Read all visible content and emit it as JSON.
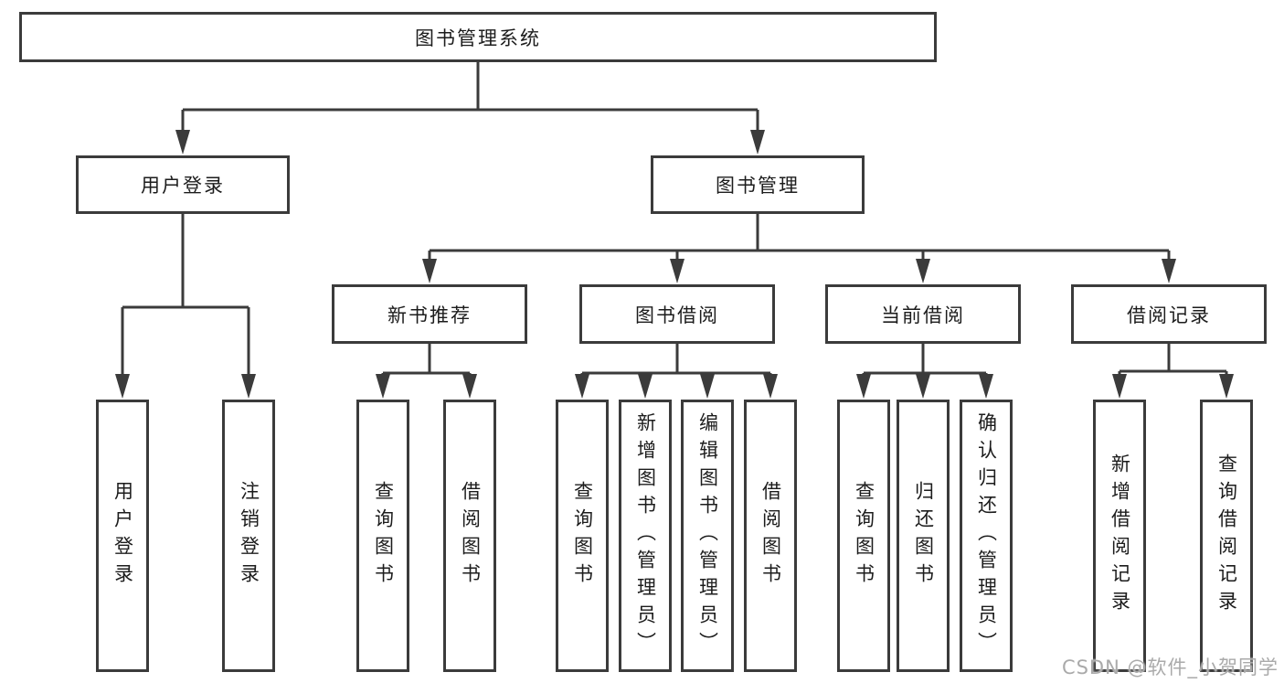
{
  "diagram": {
    "title": "图书管理系统",
    "nodes": {
      "root": "图书管理系统",
      "user_login": "用户登录",
      "book_mgmt": "图书管理",
      "new_book_rec": "新书推荐",
      "book_borrow": "图书借阅",
      "current_borrow": "当前借阅",
      "borrow_record": "借阅记录",
      "ul_login": "用户登录",
      "ul_logout": "注销登录",
      "nb_query": "查询图书",
      "nb_borrow": "借阅图书",
      "bb_query": "查询图书",
      "bb_add": "新增图书（管理员）",
      "bb_edit": "编辑图书（管理员）",
      "bb_borrow": "借阅图书",
      "cb_query": "查询图书",
      "cb_return": "归还图书",
      "cb_confirm": "确认归还（管理员）",
      "br_add": "新增借阅记录",
      "br_query": "查询借阅记录"
    },
    "colors": {
      "line": "#3b3b3b",
      "box_border": "#3b3b3b",
      "box_fill": "#ffffff",
      "text": "#1c1c1c",
      "watermark": "#aaaaaa",
      "background": "#ffffff"
    }
  },
  "watermark": "CSDN @软件_小贺同学"
}
